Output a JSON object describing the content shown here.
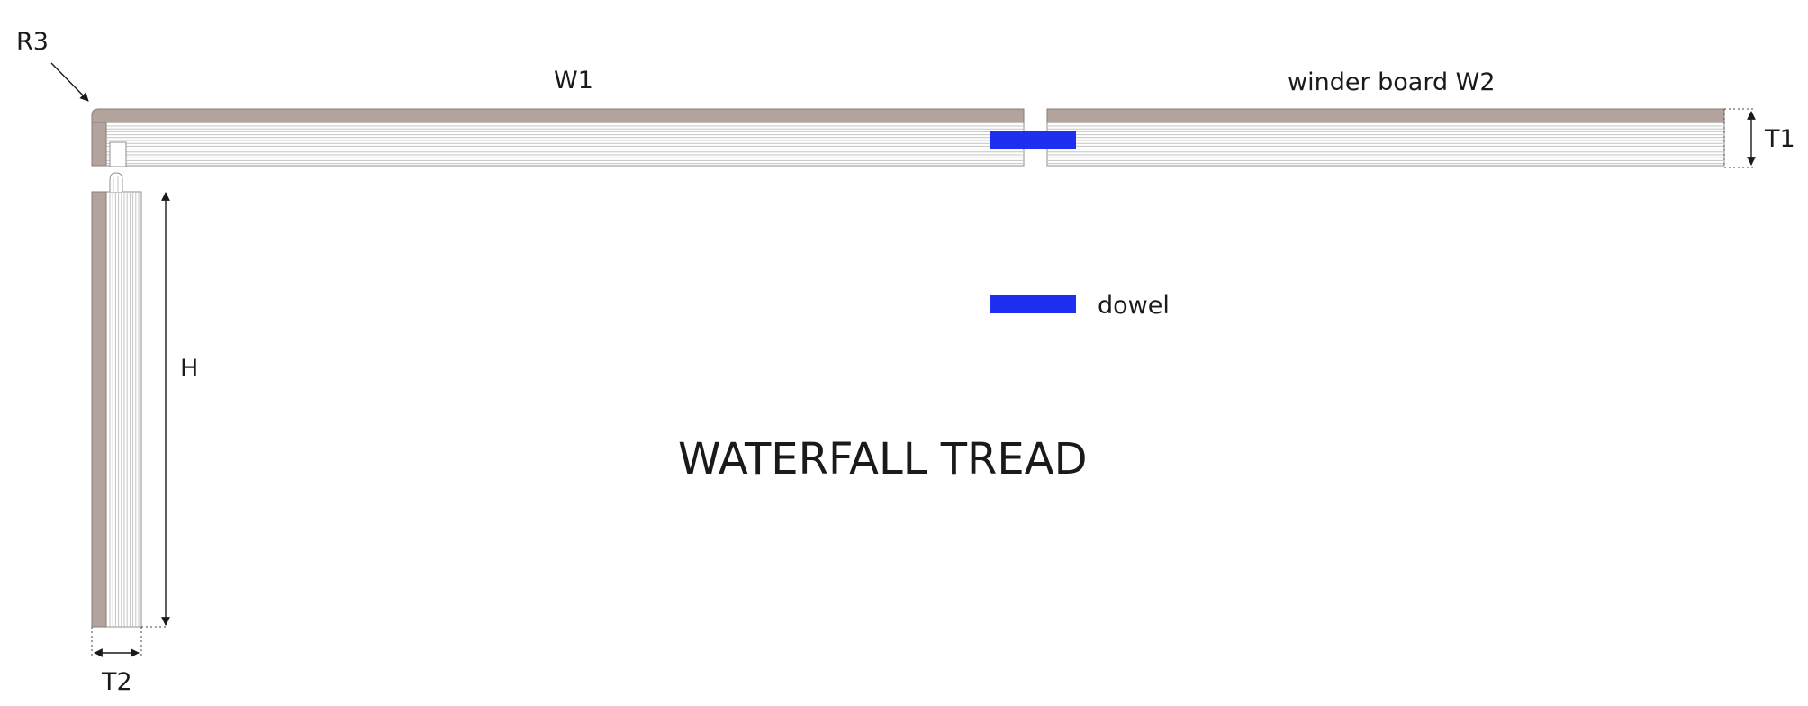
{
  "labels": {
    "r3": "R3",
    "w1": "W1",
    "w2": "winder board W2",
    "t1": "T1",
    "h": "H",
    "t2": "T2",
    "dowel": "dowel",
    "title": "WATERFALL TREAD"
  },
  "colors": {
    "veneer": "#b2a39d",
    "dowel": "#1f2ff0",
    "plywood_lines": "#c4c4c4",
    "ink": "#1a1a1a"
  }
}
